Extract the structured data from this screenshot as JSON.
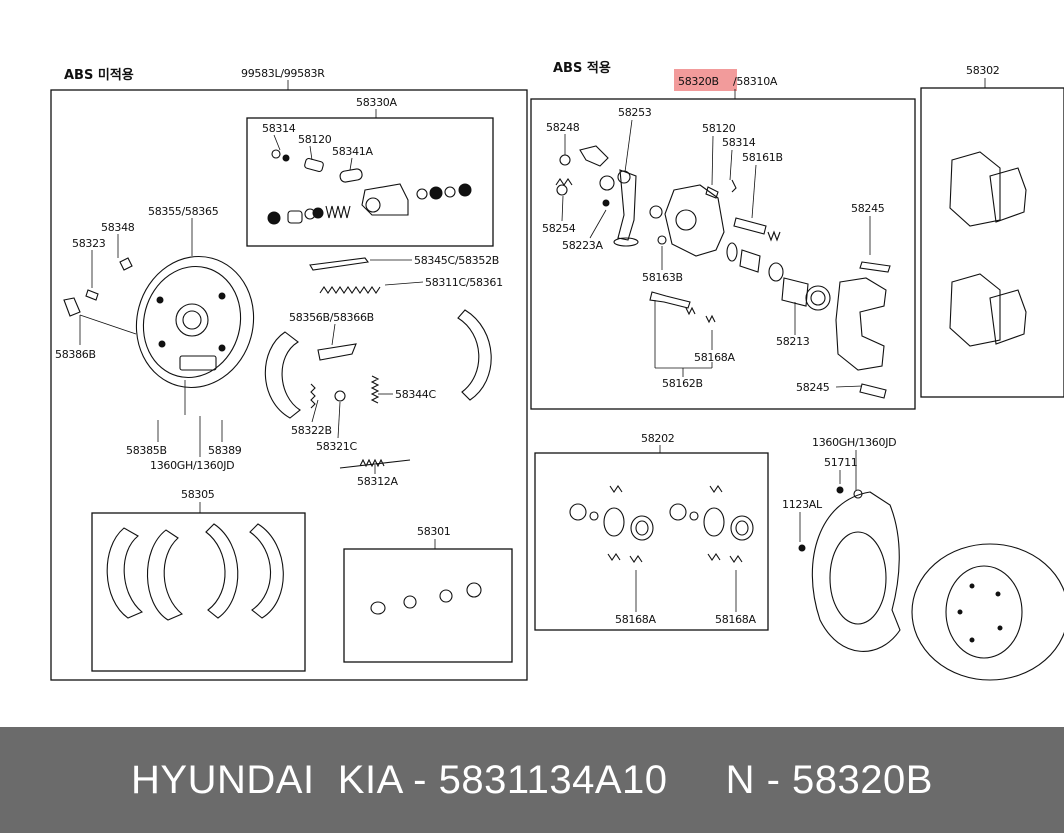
{
  "headers": {
    "left_section": "ABS 미적용",
    "right_section": "ABS 적용"
  },
  "labels": {
    "l_99583": "99583L/99583R",
    "l_58330a": "58330A",
    "l_58314a": "58314",
    "l_58120a": "58120",
    "l_58341a": "58341A",
    "l_58355": "58355/58365",
    "l_58348": "58348",
    "l_58323": "58323",
    "l_58386b": "58386B",
    "l_58345c": "58345C/58352B",
    "l_58311c": "58311C/58361",
    "l_58356b": "58356B/58366B",
    "l_58344c": "58344C",
    "l_58322b": "58322B",
    "l_58321c": "58321C",
    "l_58312a": "58312A",
    "l_58385b": "58385B",
    "l_58389": "58389",
    "l_1360gh_a": "1360GH/1360JD",
    "l_58305": "58305",
    "l_58301": "58301",
    "l_58320b": "58320B",
    "l_58310a": "/58310A",
    "l_58253": "58253",
    "l_58248": "58248",
    "l_58120b": "58120",
    "l_58314b": "58314",
    "l_58161b": "58161B",
    "l_58254": "58254",
    "l_58223a": "58223A",
    "l_58245a": "58245",
    "l_58163b": "58163B",
    "l_58168a_a": "58168A",
    "l_58213": "58213",
    "l_58162b": "58162B",
    "l_58245b": "58245",
    "l_58302": "58302",
    "l_58202": "58202",
    "l_58168a_b": "58168A",
    "l_58168a_c": "58168A",
    "l_1360gh_b": "1360GH/1360JD",
    "l_51711": "51711",
    "l_1123al": "1123AL"
  },
  "highlight_color": "#f08a8a",
  "footer": {
    "text": "HYUNDAI  KIA - 5831134A10     N - 58320B"
  }
}
